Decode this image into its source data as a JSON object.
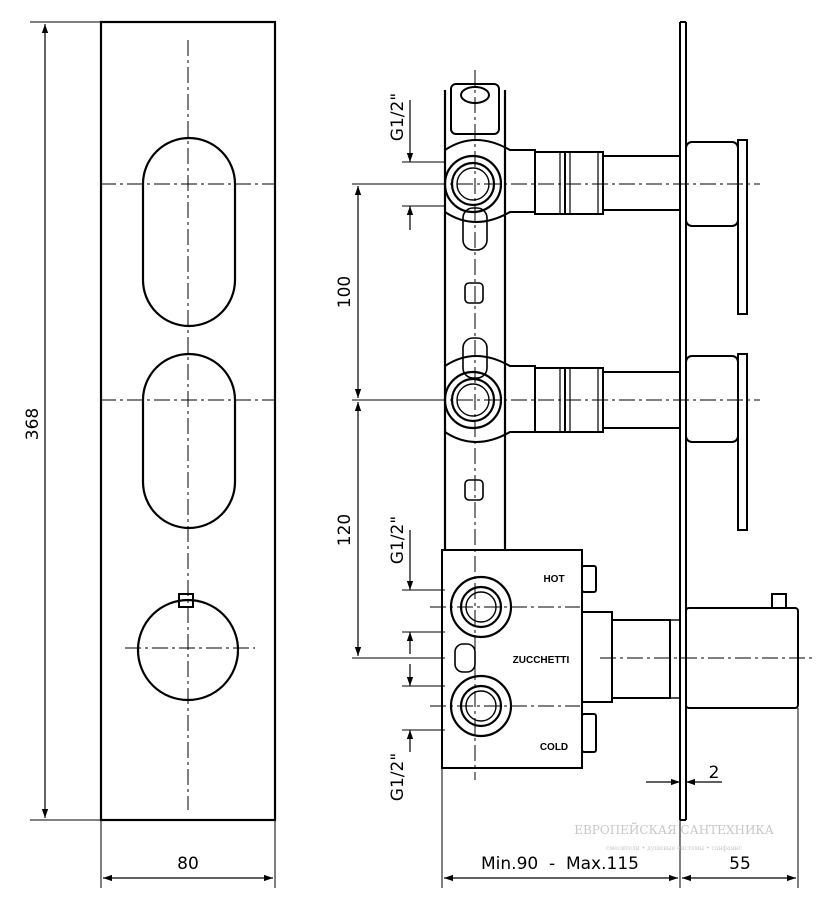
{
  "dimensions": {
    "height": "368",
    "width": "80",
    "spacing_top": "100",
    "spacing_bottom": "120",
    "depth_range": "Min.90  -  Max.115",
    "handle_depth": "55",
    "plate_thickness": "2"
  },
  "thread_labels": [
    "G1/2\"",
    "G1/2\"",
    "G1/2\""
  ],
  "body_labels": {
    "hot": "HOT",
    "brand": "ZUCCHETTI",
    "cold": "COLD"
  },
  "watermark": {
    "title": "ЕВРОПЕЙСКАЯ САНТЕХНИКА",
    "subtitle": "смесители • душевые системы • санфаянс"
  },
  "colors": {
    "line": "#000000",
    "watermark": "#c8c8c8"
  }
}
